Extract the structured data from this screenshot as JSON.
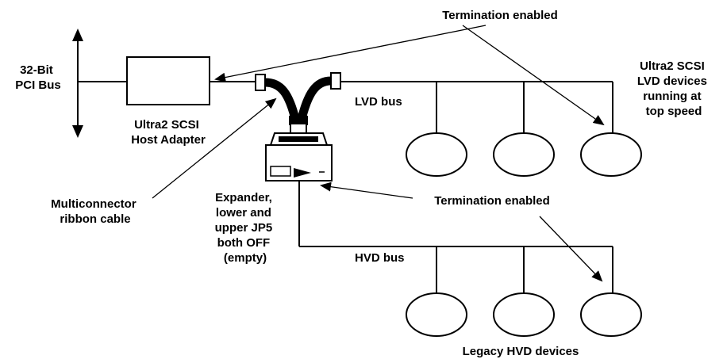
{
  "labels": {
    "pci_bus": [
      "32-Bit",
      "PCI Bus"
    ],
    "host_adapter": [
      "Ultra2 SCSI",
      "Host Adapter"
    ],
    "termination_top": "Termination enabled",
    "lvd_bus": "LVD bus",
    "lvd_devices": [
      "Ultra2 SCSI",
      "LVD devices",
      "running at",
      "top speed"
    ],
    "multiconnector": [
      "Multiconnector",
      "ribbon cable"
    ],
    "expander": [
      "Expander,",
      "lower and",
      "upper JP5",
      "both OFF",
      "(empty)"
    ],
    "termination_bottom": "Termination enabled",
    "hvd_bus": "HVD bus",
    "hvd_devices": "Legacy HVD devices"
  }
}
